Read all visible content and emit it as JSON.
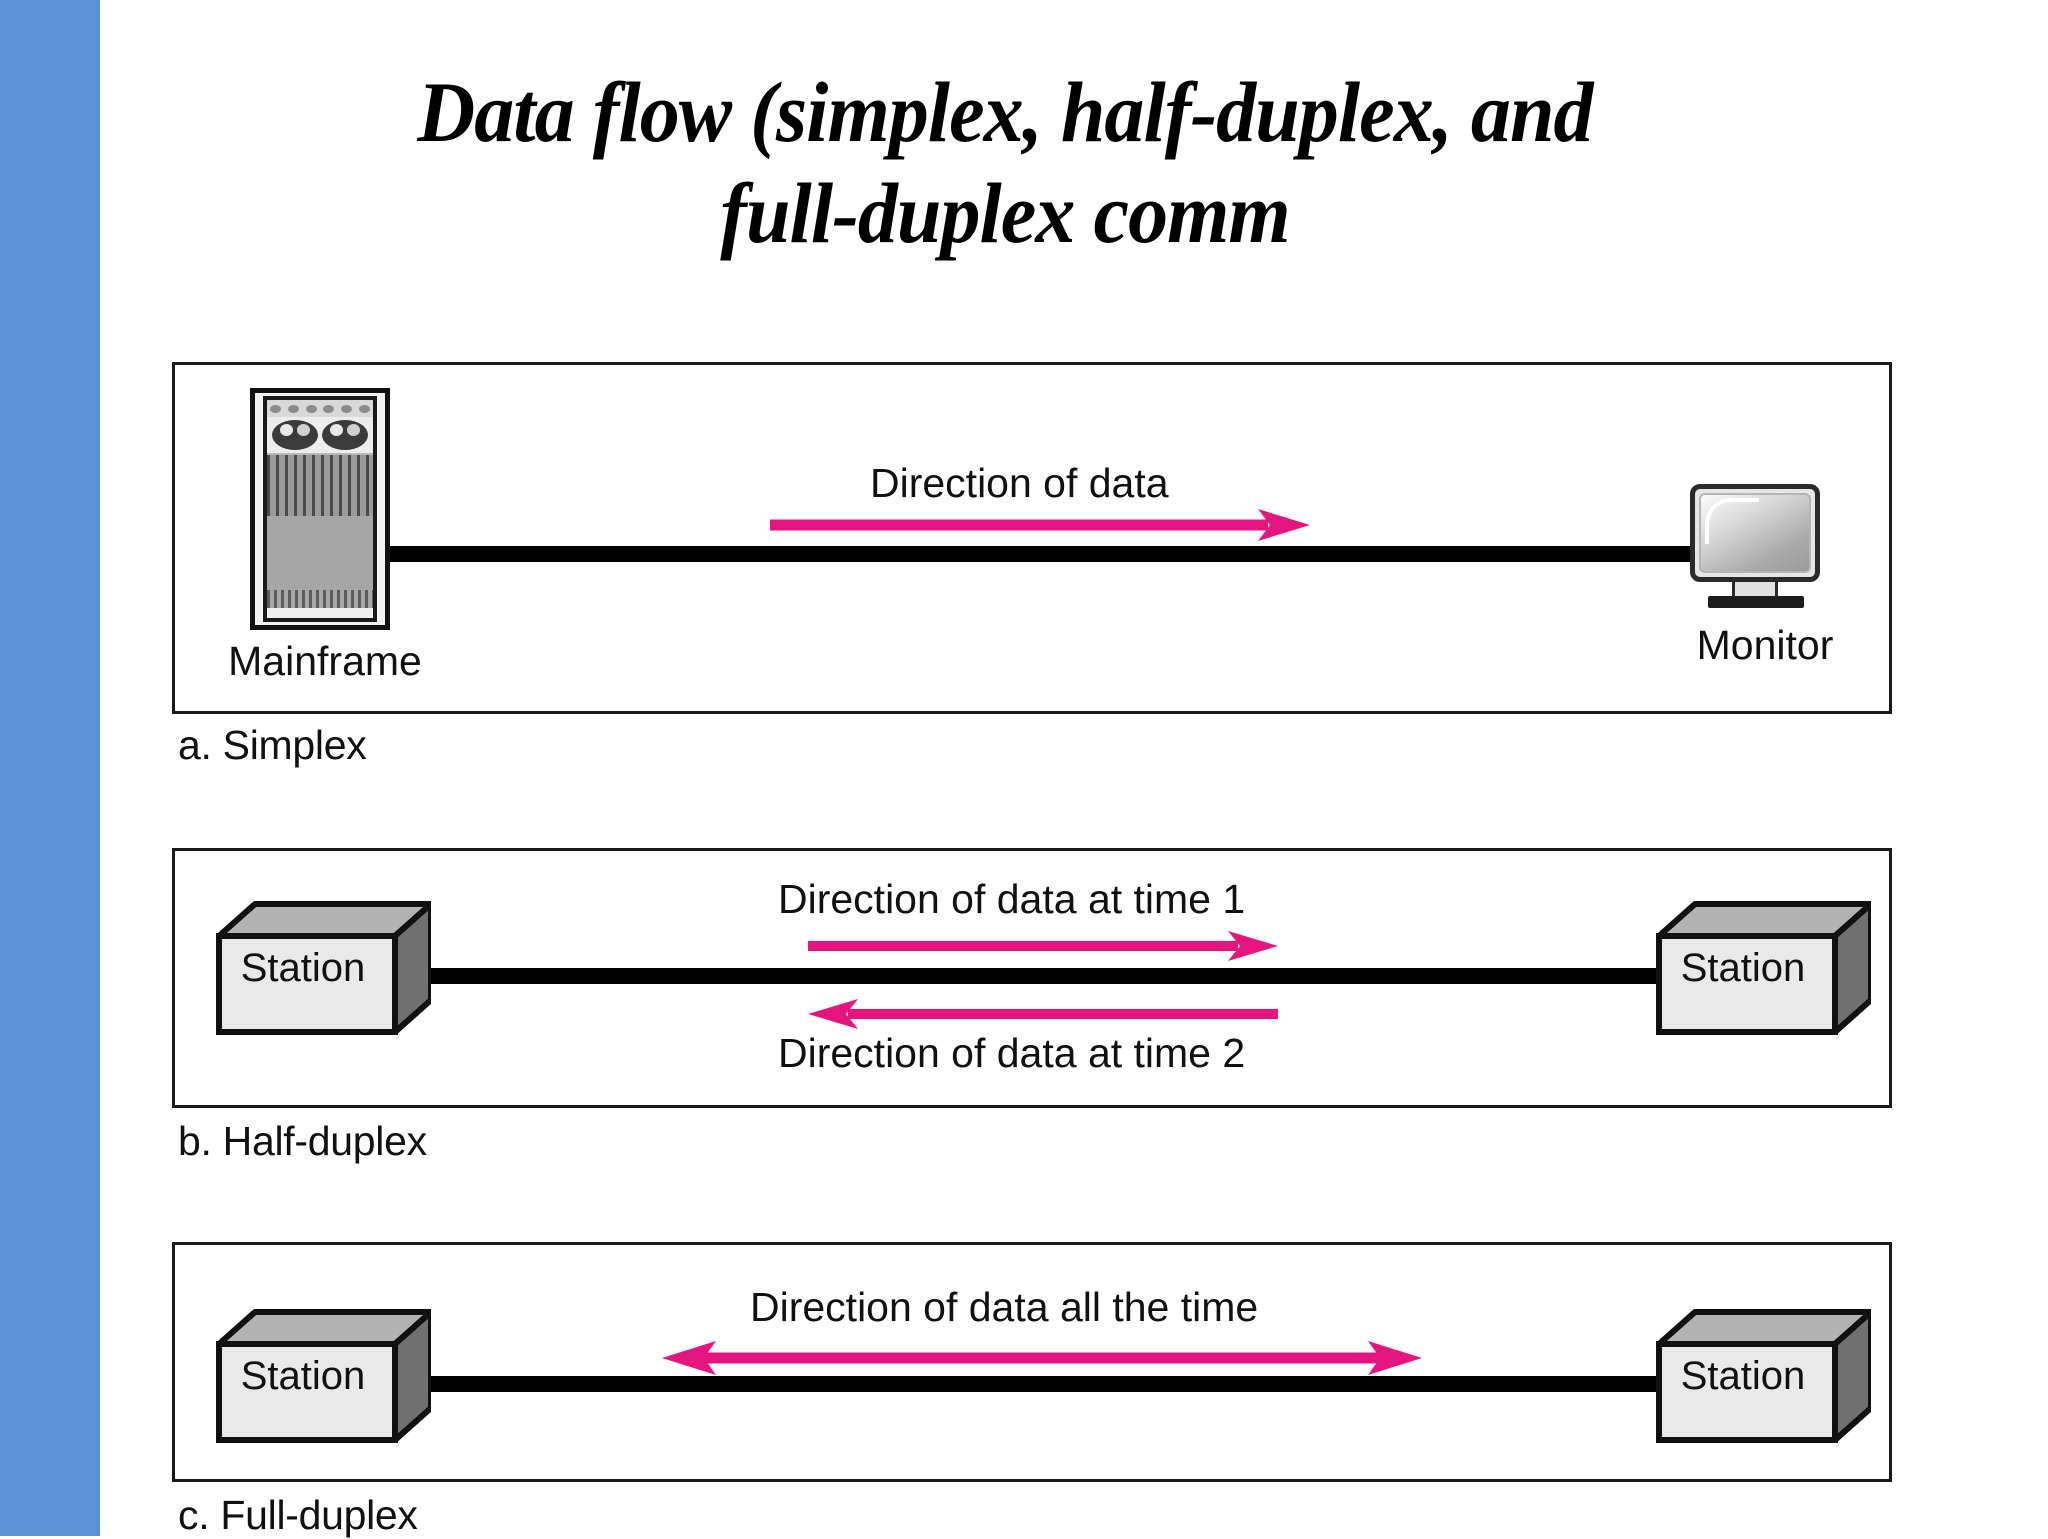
{
  "slide": {
    "title": "Data flow (simplex, half-duplex, and\nfull-duplex comm",
    "accent_bar_color": "#5a92d8",
    "arrow_color": "#e5157f",
    "line_color": "#000000"
  },
  "panels": [
    {
      "id": "a",
      "caption": "a. Simplex",
      "left_node": {
        "type": "mainframe",
        "label": "Mainframe"
      },
      "right_node": {
        "type": "monitor",
        "label": "Monitor"
      },
      "arrows": [
        {
          "label": "Direction of data",
          "direction": "right"
        }
      ]
    },
    {
      "id": "b",
      "caption": "b. Half-duplex",
      "left_node": {
        "type": "station",
        "label": "Station"
      },
      "right_node": {
        "type": "station",
        "label": "Station"
      },
      "arrows": [
        {
          "label": "Direction of data at time 1",
          "direction": "right"
        },
        {
          "label": "Direction of data at time 2",
          "direction": "left"
        }
      ]
    },
    {
      "id": "c",
      "caption": "c. Full-duplex",
      "left_node": {
        "type": "station",
        "label": "Station"
      },
      "right_node": {
        "type": "station",
        "label": "Station"
      },
      "arrows": [
        {
          "label": "Direction of data all the time",
          "direction": "both"
        }
      ]
    }
  ]
}
